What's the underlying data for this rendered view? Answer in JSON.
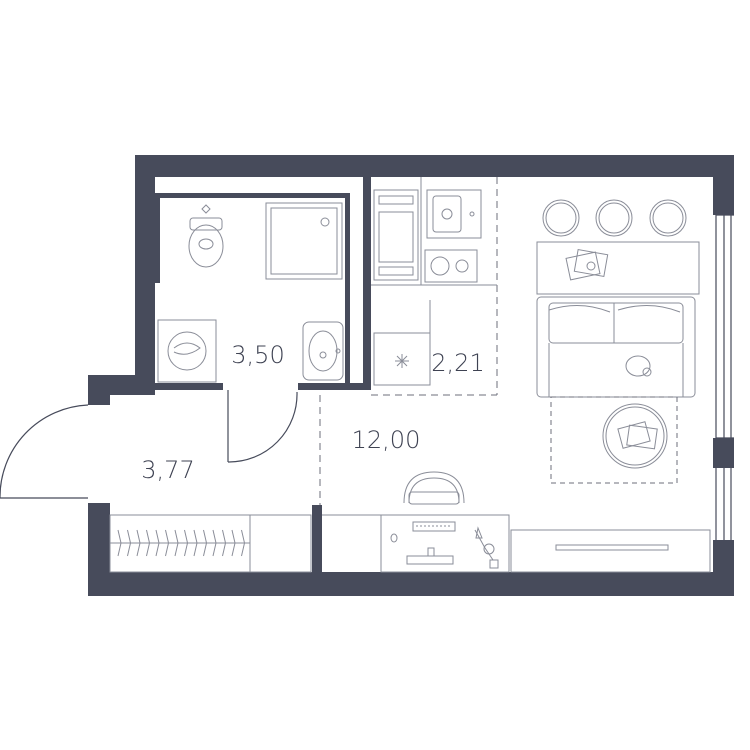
{
  "plan": {
    "colors": {
      "wall": "#474b5b",
      "line": "#474b5b",
      "furniture": "#8a8d98",
      "background": "#ffffff"
    },
    "rooms": [
      {
        "id": "bathroom",
        "area": "3,50"
      },
      {
        "id": "kitchen",
        "area": "2,21"
      },
      {
        "id": "living",
        "area": "12,00"
      },
      {
        "id": "hallway",
        "area": "3,77"
      }
    ]
  }
}
